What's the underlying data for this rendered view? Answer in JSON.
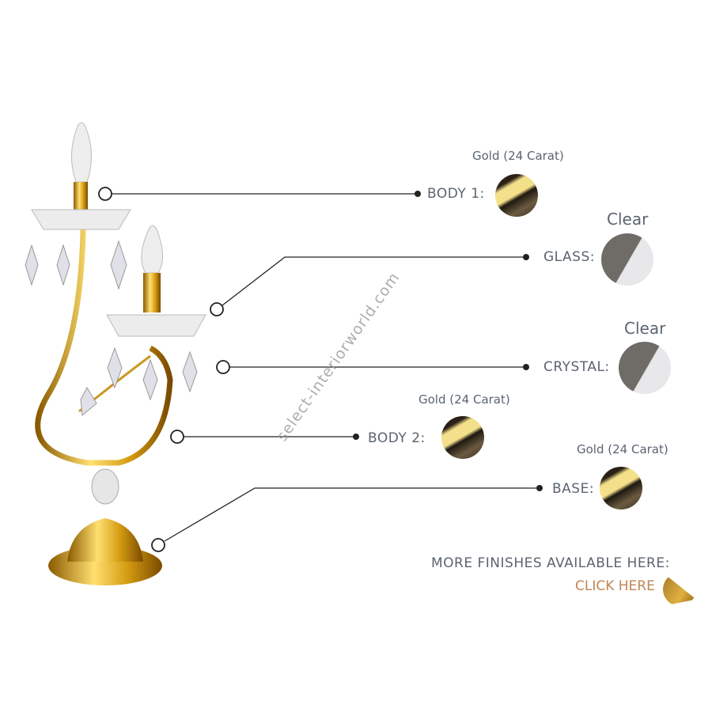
{
  "parts": [
    {
      "label": "BODY 1:",
      "finish": "Gold (24 Carat)",
      "swatch": "gold"
    },
    {
      "label": "GLASS:",
      "finish": "Clear",
      "swatch": "glass"
    },
    {
      "label": "CRYSTAL:",
      "finish": "Clear",
      "swatch": "glass"
    },
    {
      "label": "BODY 2:",
      "finish": "Gold (24 Carat)",
      "swatch": "gold"
    },
    {
      "label": "BASE:",
      "finish": "Gold (24 Carat)",
      "swatch": "gold"
    }
  ],
  "more_finishes": "MORE FINISHES AVAILABLE HERE:",
  "click_here": "CLICK HERE",
  "watermark": "select-interiorworld.com",
  "colors": {
    "text": "#5b6470",
    "link": "#c08555",
    "gold": "#d4a017"
  }
}
